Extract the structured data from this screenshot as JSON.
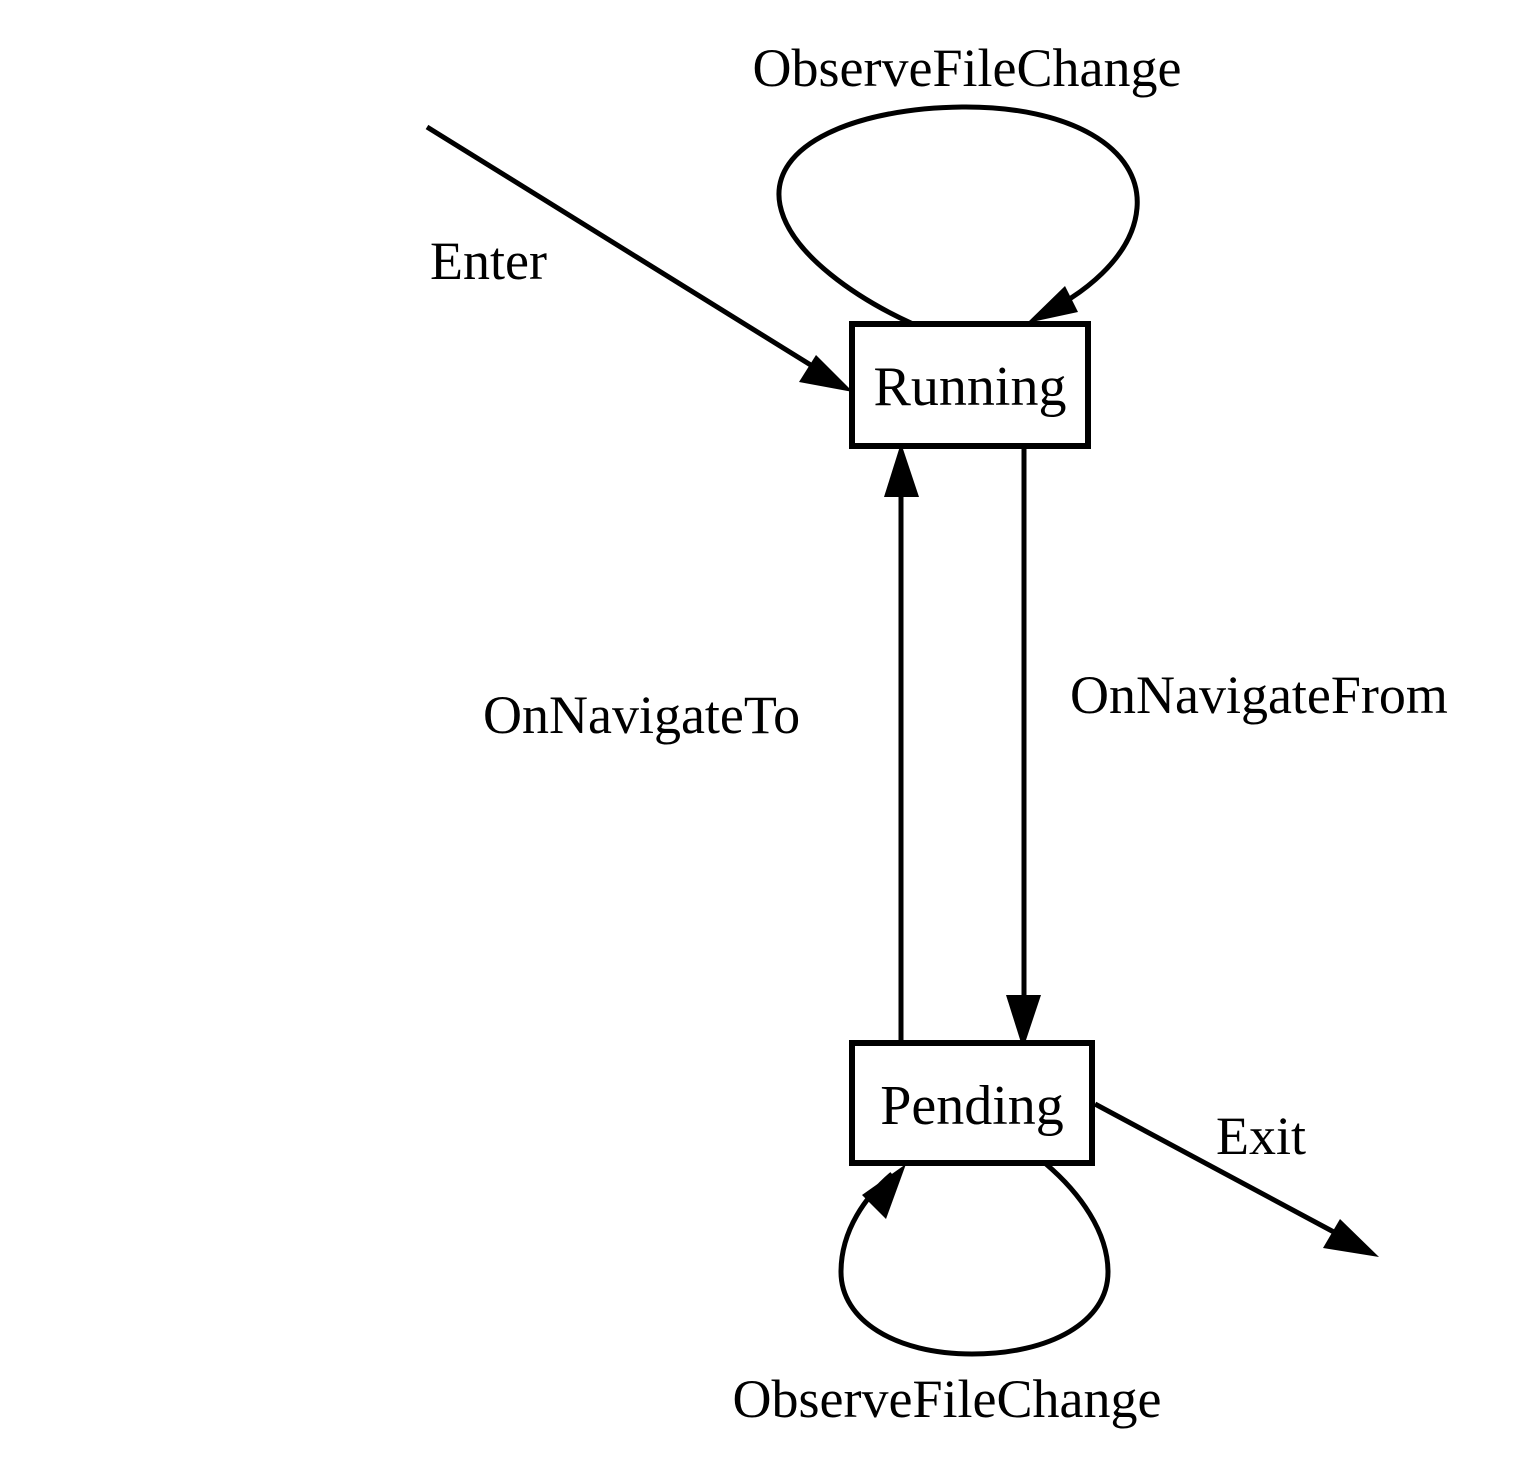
{
  "diagram": {
    "type": "state-machine",
    "title": "",
    "background_color": "#ffffff",
    "stroke_color": "#000000",
    "states": [
      {
        "id": "running",
        "label": "Running"
      },
      {
        "id": "pending",
        "label": "Pending"
      }
    ],
    "transitions": [
      {
        "id": "enter",
        "label": "Enter",
        "from": "",
        "to": "running",
        "kind": "entry"
      },
      {
        "id": "running-self",
        "label": "ObserveFileChange",
        "from": "running",
        "to": "running",
        "kind": "self-loop"
      },
      {
        "id": "running-to-pending",
        "label": "OnNavigateFrom",
        "from": "running",
        "to": "pending",
        "kind": "straight"
      },
      {
        "id": "pending-to-running",
        "label": "OnNavigateTo",
        "from": "pending",
        "to": "running",
        "kind": "straight"
      },
      {
        "id": "pending-self",
        "label": "ObserveFileChange",
        "from": "pending",
        "to": "pending",
        "kind": "self-loop"
      },
      {
        "id": "exit",
        "label": "Exit",
        "from": "pending",
        "to": "",
        "kind": "exit"
      }
    ]
  },
  "labels": {
    "observe_top": "ObserveFileChange",
    "observe_bottom": "ObserveFileChange",
    "enter": "Enter",
    "exit": "Exit",
    "on_navigate_to": "OnNavigateTo",
    "on_navigate_from": "OnNavigateFrom",
    "state_running": "Running",
    "state_pending": "Pending"
  }
}
